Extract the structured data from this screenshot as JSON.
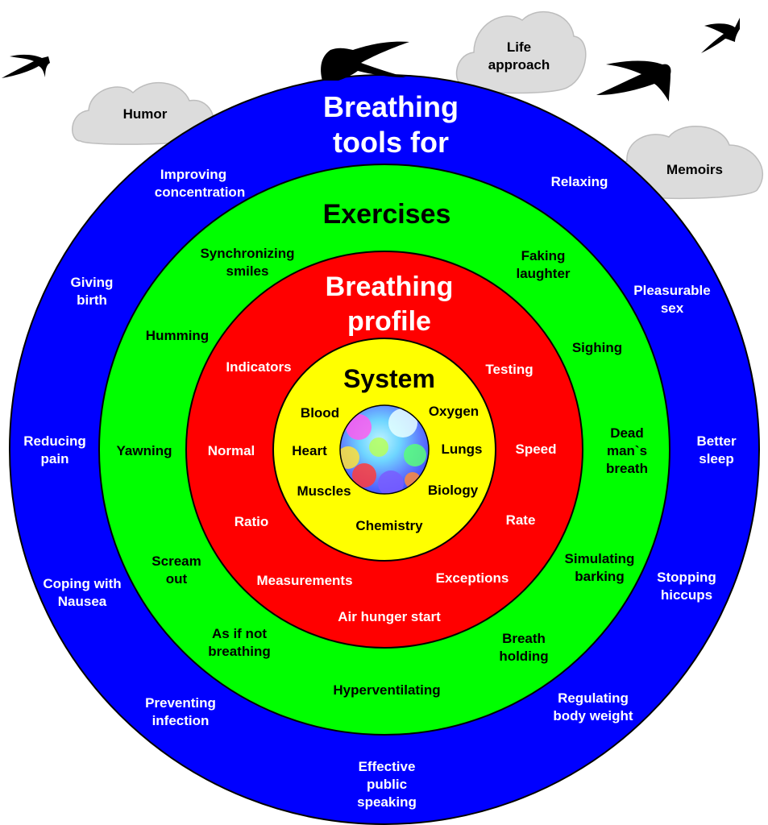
{
  "clouds": {
    "humor": "Humor",
    "life_approach": [
      "Life",
      "approach"
    ],
    "memoirs": "Memoirs"
  },
  "rings": {
    "outer": {
      "title": [
        "Breathing",
        "tools for"
      ],
      "color": "#0000ff",
      "items": {
        "improving_concentration": [
          "Improving",
          "concentration"
        ],
        "relaxing": [
          "Relaxing"
        ],
        "giving_birth": [
          "Giving",
          "birth"
        ],
        "pleasurable_sex": [
          "Pleasurable",
          "sex"
        ],
        "reducing_pain": [
          "Reducing",
          "pain"
        ],
        "better_sleep": [
          "Better",
          "sleep"
        ],
        "coping_with_nausea": [
          "Coping with",
          "Nausea"
        ],
        "stopping_hiccups": [
          "Stopping",
          "hiccups"
        ],
        "preventing_infection": [
          "Preventing",
          "infection"
        ],
        "regulating_body_weight": [
          "Regulating",
          "body weight"
        ],
        "effective_public_speaking": [
          "Effective",
          "public",
          "speaking"
        ]
      }
    },
    "exercises": {
      "title": "Exercises",
      "color": "#00ff00",
      "items": {
        "synchronizing_smiles": [
          "Synchronizing",
          "smiles"
        ],
        "faking_laughter": [
          "Faking",
          "laughter"
        ],
        "humming": [
          "Humming"
        ],
        "sighing": [
          "Sighing"
        ],
        "yawning": [
          "Yawning"
        ],
        "dead_mans_breath": [
          "Dead",
          "man`s",
          "breath"
        ],
        "scream_out": [
          "Scream",
          "out"
        ],
        "simulating_barking": [
          "Simulating",
          "barking"
        ],
        "as_if_not_breathing": [
          "As if not",
          "breathing"
        ],
        "breath_holding": [
          "Breath",
          "holding"
        ],
        "hyperventilating": [
          "Hyperventilating"
        ]
      }
    },
    "profile": {
      "title": [
        "Breathing",
        "profile"
      ],
      "color": "#ff0000",
      "items": {
        "indicators": "Indicators",
        "testing": "Testing",
        "normal": "Normal",
        "speed": "Speed",
        "ratio": "Ratio",
        "rate": "Rate",
        "measurements": "Measurements",
        "exceptions": "Exceptions",
        "air_hunger_start": "Air hunger start"
      }
    },
    "system": {
      "title": "System",
      "color": "#ffff00",
      "items": {
        "blood": "Blood",
        "oxygen": "Oxygen",
        "heart": "Heart",
        "lungs": "Lungs",
        "muscles": "Muscles",
        "biology": "Biology",
        "chemistry": "Chemistry"
      }
    }
  }
}
